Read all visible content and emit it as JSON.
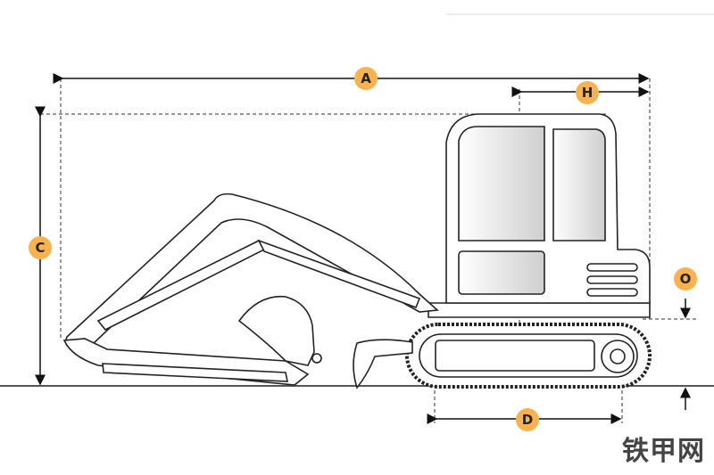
{
  "diagram": {
    "labels": {
      "A": "A",
      "H": "H",
      "C": "C",
      "O": "O",
      "D": "D"
    },
    "watermark": "铁甲网",
    "accent_color": "#f9b24e"
  }
}
